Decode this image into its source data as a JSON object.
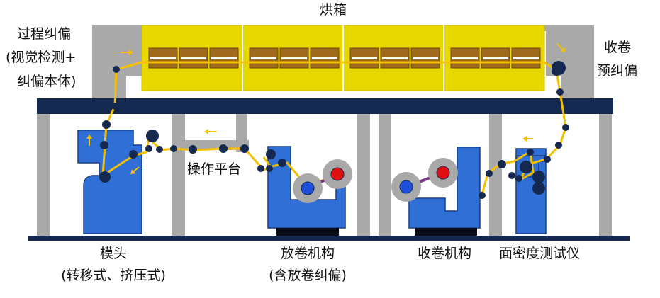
{
  "labels": {
    "oven": "烘箱",
    "process_correction_1": "过程纠偏",
    "process_correction_2": "(视觉检测+",
    "process_correction_3": "纠偏本体)",
    "winding_pre_correction_1": "收卷",
    "winding_pre_correction_2": "预纠偏",
    "operating_platform": "操作平台",
    "die_head_1": "模头",
    "die_head_2": "(转移式、挤压式)",
    "unwinding_1": "放卷机构",
    "unwinding_2": "(含放卷纠偏)",
    "winding": "收卷机构",
    "areal_density_tester": "面密度测试仪"
  },
  "colors": {
    "machine_blue": "#2f6fd6",
    "oven_yellow": "#e8d800",
    "heater_brown": "#a06a1c",
    "frame_gray": "#a9a9a9",
    "beam_navy": "#142850",
    "web_line": "#f5c000",
    "roller_dark": "#142850",
    "unwind_roll_red": "#e01010",
    "unwind_roll_blue": "#1e4fd8",
    "arrow_yellow": "#f5c000"
  }
}
